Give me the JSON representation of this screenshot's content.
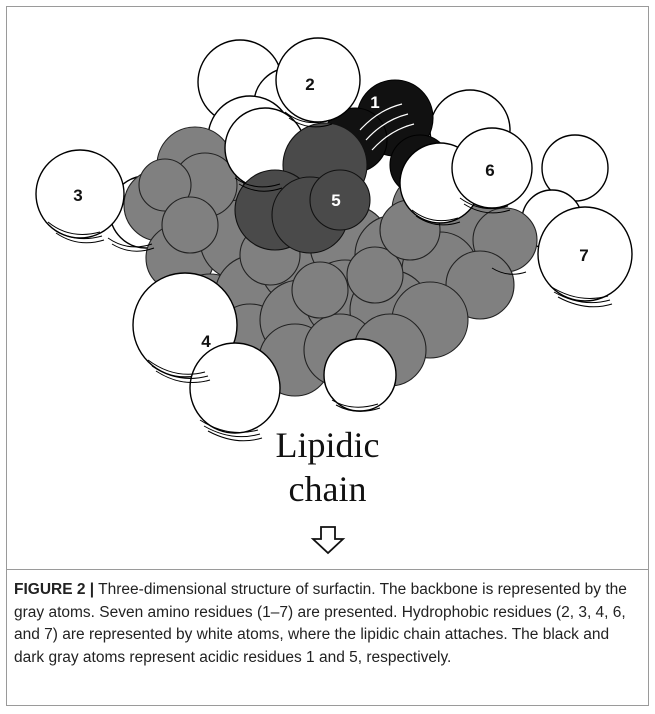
{
  "figure": {
    "residue_labels": [
      "1",
      "2",
      "3",
      "4",
      "5",
      "6",
      "7"
    ],
    "lipidic_label_line1": "Lipidic",
    "lipidic_label_line2": "chain"
  },
  "caption": {
    "label": "FIGURE 2 |",
    "text": " Three-dimensional structure of surfactin. The backbone is represented by the gray atoms. Seven amino residues (1–7) are presented. Hydrophobic residues (2, 3, 4, 6, and 7) are represented by white atoms, where the lipidic chain attaches. The black and dark gray atoms represent acidic residues 1 and 5, respectively."
  },
  "colors": {
    "white_atom": "#ffffff",
    "gray_atom": "#808080",
    "dark_gray_atom": "#4a4a4a",
    "black_atom": "#111111",
    "outline": "#000000"
  }
}
